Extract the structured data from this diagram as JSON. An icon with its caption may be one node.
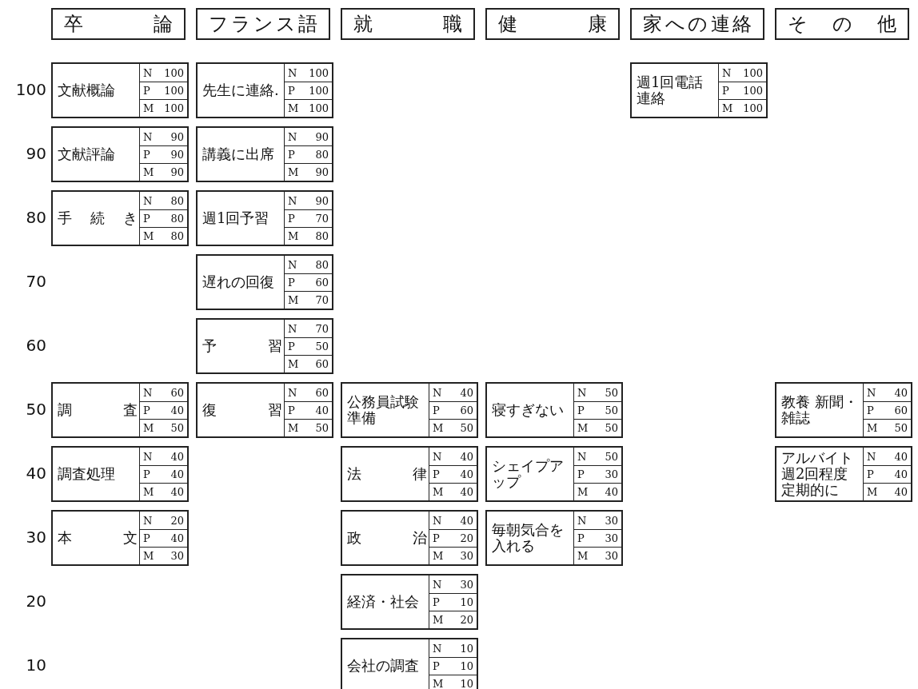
{
  "diagram": {
    "nodes": [
      {
        "text": [
          "卒論"
        ]
      },
      {
        "text": [
          "フランス語"
        ]
      },
      {
        "text": [
          "就職"
        ]
      },
      {
        "text": [
          "健康"
        ]
      },
      {
        "text": [
          "家への連絡"
        ]
      },
      {
        "text": [
          "その他"
        ]
      },
      {
        "text": [
          "文献概論"
        ]
      },
      {
        "text": [
          "N",
          "100"
        ],
        "in": 6
      },
      {
        "text": [
          "P",
          "100"
        ],
        "in": 6
      },
      {
        "text": [
          "M",
          "100"
        ],
        "in": 6
      },
      {
        "text": [
          "先生に連絡."
        ]
      },
      {
        "text": [
          "N",
          "100"
        ],
        "in": 10
      },
      {
        "text": [
          "P",
          "100"
        ],
        "in": 10
      },
      {
        "text": [
          "M",
          "100"
        ],
        "in": 10
      },
      {
        "text": [
          "週1回電話連絡"
        ]
      },
      {
        "text": [
          "N",
          "100"
        ],
        "in": 14
      },
      {
        "text": [
          "P",
          "100"
        ],
        "in": 14
      },
      {
        "text": [
          "M",
          "100"
        ],
        "in": 14
      },
      {
        "text": [
          "文献評論"
        ]
      },
      {
        "text": [
          "N",
          "90"
        ],
        "in": 18
      },
      {
        "text": [
          "P",
          "90"
        ],
        "in": 18
      },
      {
        "text": [
          "M",
          "90"
        ],
        "in": 18
      },
      {
        "text": [
          "講義に出席"
        ]
      },
      {
        "text": [
          "N",
          "90"
        ],
        "in": 22
      },
      {
        "text": [
          "P",
          "80"
        ],
        "in": 22
      },
      {
        "text": [
          "M",
          "90"
        ],
        "in": 22
      },
      {
        "text": [
          "手続き"
        ]
      },
      {
        "text": [
          "N",
          "80"
        ],
        "in": 26
      },
      {
        "text": [
          "P",
          "80"
        ],
        "in": 26
      },
      {
        "text": [
          "M",
          "80"
        ],
        "in": 26
      },
      {
        "text": [
          "週1回予習"
        ]
      },
      {
        "text": [
          "N",
          "90"
        ],
        "in": 30
      },
      {
        "text": [
          "P",
          "70"
        ],
        "in": 30
      },
      {
        "text": [
          "M",
          "80"
        ],
        "in": 30
      },
      {
        "text": [
          "遅れの回復"
        ]
      },
      {
        "text": [
          "N",
          "80"
        ],
        "in": 34
      },
      {
        "text": [
          "P",
          "60"
        ],
        "in": 34
      },
      {
        "text": [
          "M",
          "70"
        ],
        "in": 34
      },
      {
        "text": [
          "予習"
        ]
      },
      {
        "text": [
          "N",
          "70"
        ],
        "in": 38
      },
      {
        "text": [
          "P",
          "50"
        ],
        "in": 38
      },
      {
        "text": [
          "M",
          "60"
        ],
        "in": 38
      },
      {
        "text": [
          "調査"
        ]
      },
      {
        "text": [
          "N",
          "60"
        ],
        "in": 42
      },
      {
        "text": [
          "P",
          "40"
        ],
        "in": 42
      },
      {
        "text": [
          "M",
          "50"
        ],
        "in": 42
      },
      {
        "text": [
          "復習"
        ]
      },
      {
        "text": [
          "N",
          "60"
        ],
        "in": 46
      },
      {
        "text": [
          "P",
          "40"
        ],
        "in": 46
      },
      {
        "text": [
          "M",
          "50"
        ],
        "in": 46
      },
      {
        "text": [
          "公務員試験準備"
        ]
      },
      {
        "text": [
          "N",
          "40"
        ],
        "in": 50
      },
      {
        "text": [
          "P",
          "60"
        ],
        "in": 50
      },
      {
        "text": [
          "M",
          "50"
        ],
        "in": 50
      },
      {
        "text": [
          "寝すぎない"
        ]
      },
      {
        "text": [
          "N",
          "50"
        ],
        "in": 54
      },
      {
        "text": [
          "P",
          "50"
        ],
        "in": 54
      },
      {
        "text": [
          "M",
          "50"
        ],
        "in": 54
      },
      {
        "text": [
          "教養 新聞・雑誌"
        ]
      },
      {
        "text": [
          "N",
          "40"
        ],
        "in": 58
      },
      {
        "text": [
          "P",
          "60"
        ],
        "in": 58
      },
      {
        "text": [
          "M",
          "50"
        ],
        "in": 58
      },
      {
        "text": [
          "調査処理"
        ]
      },
      {
        "text": [
          "N",
          "40"
        ],
        "in": 62
      },
      {
        "text": [
          "P",
          "40"
        ],
        "in": 62
      },
      {
        "text": [
          "M",
          "40"
        ],
        "in": 62
      },
      {
        "text": [
          "法律"
        ]
      },
      {
        "text": [
          "N",
          "40"
        ],
        "in": 66
      },
      {
        "text": [
          "P",
          "40"
        ],
        "in": 66
      },
      {
        "text": [
          "M",
          "40"
        ],
        "in": 66
      },
      {
        "text": [
          "シェイプアップ"
        ]
      },
      {
        "text": [
          "N",
          "50"
        ],
        "in": 70
      },
      {
        "text": [
          "P",
          "30"
        ],
        "in": 70
      },
      {
        "text": [
          "M",
          "40"
        ],
        "in": 70
      },
      {
        "text": [
          "アルバイト週2回程度定期的に"
        ]
      },
      {
        "text": [
          "N",
          "40"
        ],
        "in": 74
      },
      {
        "text": [
          "P",
          "40"
        ],
        "in": 74
      },
      {
        "text": [
          "M",
          "40"
        ],
        "in": 74
      },
      {
        "text": [
          "本文"
        ]
      },
      {
        "text": [
          "N",
          "20"
        ],
        "in": 78
      },
      {
        "text": [
          "P",
          "40"
        ],
        "in": 78
      },
      {
        "text": [
          "M",
          "30"
        ],
        "in": 78
      },
      {
        "text": [
          "政治"
        ]
      },
      {
        "text": [
          "N",
          "40"
        ],
        "in": 82
      },
      {
        "text": [
          "P",
          "20"
        ],
        "in": 82
      },
      {
        "text": [
          "M",
          "30"
        ],
        "in": 82
      },
      {
        "text": [
          "毎朝気合を入れる"
        ]
      },
      {
        "text": [
          "N",
          "30"
        ],
        "in": 86
      },
      {
        "text": [
          "P",
          "30"
        ],
        "in": 86
      },
      {
        "text": [
          "M",
          "30"
        ],
        "in": 86
      },
      {
        "text": [
          "経済・社会"
        ]
      },
      {
        "text": [
          "N",
          "30"
        ],
        "in": 90
      },
      {
        "text": [
          "P",
          "10"
        ],
        "in": 90
      },
      {
        "text": [
          "M",
          "20"
        ],
        "in": 90
      },
      {
        "text": [
          "会社の調査"
        ]
      },
      {
        "text": [
          "N",
          "10"
        ],
        "in": 94
      },
      {
        "text": [
          "P",
          "10"
        ],
        "in": 94
      },
      {
        "text": [
          "M",
          "10"
        ],
        "in": 94
      }
    ],
    "labels": [
      "100",
      "90",
      "80",
      "70",
      "60",
      "50",
      "40",
      "30",
      "20",
      "10"
    ]
  }
}
